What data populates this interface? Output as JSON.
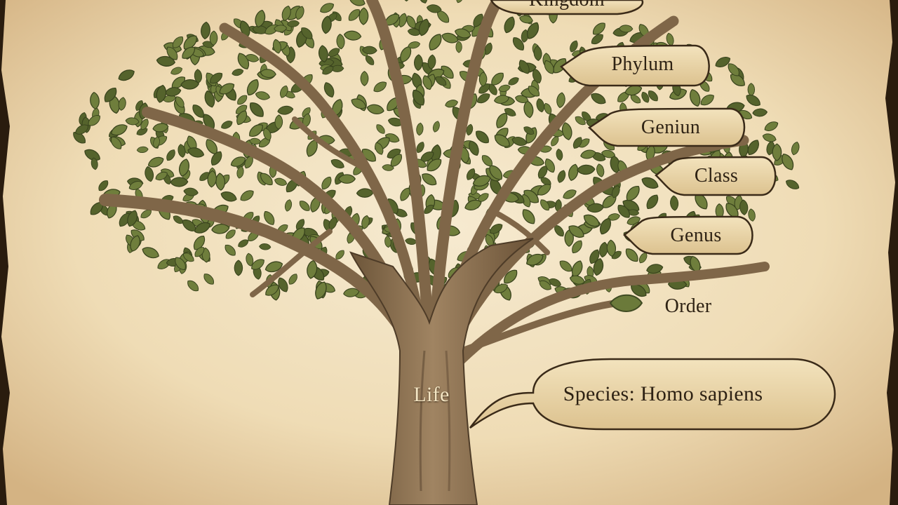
{
  "diagram": {
    "trunk_label": "Life",
    "labels": {
      "kingdom": "Kingdom",
      "phylum": "Phylum",
      "genius": "Geniun",
      "class": "Class",
      "genus": "Genus",
      "order": "Order",
      "species": "Species: Homo sapiens"
    }
  },
  "colors": {
    "parchment": "#efe0bc",
    "parchment_edge": "#c9a672",
    "trunk": "#8b7152",
    "trunk_shadow": "#5f4a33",
    "leaf": "#6b7a3a",
    "leaf_dark": "#3f4a22",
    "label_fill": "#ecd8ac",
    "label_stroke": "#3a2a18",
    "text": "#2e2214"
  }
}
